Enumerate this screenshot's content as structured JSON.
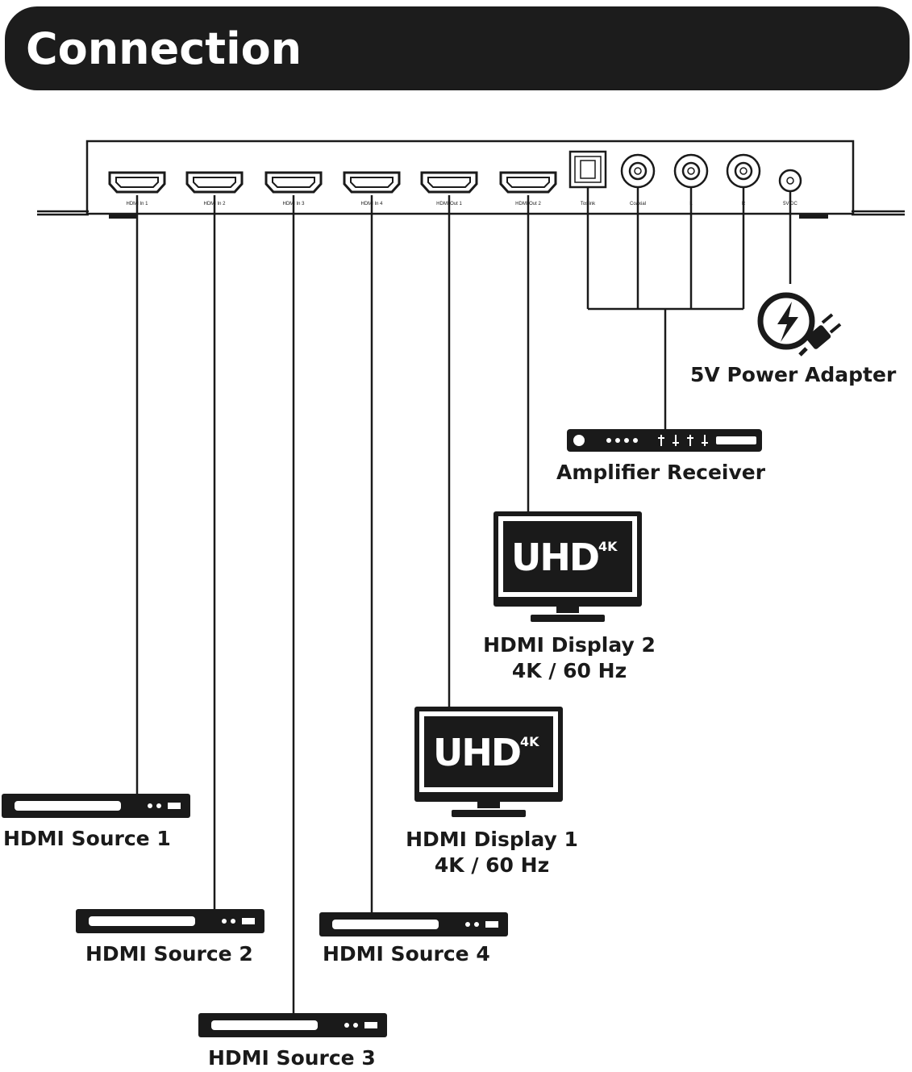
{
  "header": {
    "title": "Connection"
  },
  "device": {
    "ports": [
      {
        "label": "HDMI In 1",
        "type": "hdmi"
      },
      {
        "label": "HDMI In 2",
        "type": "hdmi"
      },
      {
        "label": "HDMI In 3",
        "type": "hdmi"
      },
      {
        "label": "HDMI In 4",
        "type": "hdmi"
      },
      {
        "label": "HDMI Out 1",
        "type": "hdmi"
      },
      {
        "label": "HDMI Out 2",
        "type": "hdmi"
      },
      {
        "label": "Toslink",
        "type": "optical"
      },
      {
        "label": "Coaxial",
        "type": "rca"
      },
      {
        "label": "L",
        "type": "rca"
      },
      {
        "label": "R",
        "type": "rca"
      },
      {
        "label": "5V DC",
        "type": "dc"
      }
    ]
  },
  "components": {
    "source1": "HDMI Source 1",
    "source2": "HDMI Source 2",
    "source3": "HDMI Source 3",
    "source4": "HDMI Source 4",
    "display1": {
      "name": "HDMI Display 1",
      "spec": "4K / 60 Hz",
      "badge": "UHD",
      "badge_sup": "4K"
    },
    "display2": {
      "name": "HDMI Display 2",
      "spec": "4K / 60 Hz",
      "badge": "UHD",
      "badge_sup": "4K"
    },
    "amplifier": "Amplifier Receiver",
    "power": "5V Power Adapter"
  },
  "icons": [
    "lightning-plug-icon",
    "hdmi-port-icon",
    "rca-jack-icon",
    "optical-port-icon"
  ],
  "colors": {
    "ink": "#1a1a1a",
    "background": "#ffffff"
  }
}
